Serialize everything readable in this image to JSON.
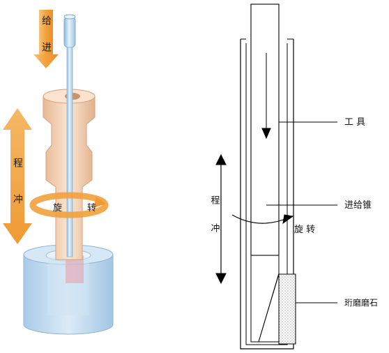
{
  "left_figure": {
    "label_feed_1": "进",
    "label_feed_2": "给",
    "label_stroke_1": "冲",
    "label_stroke_2": "程",
    "label_rotate_1": "旋",
    "label_rotate_2": "转",
    "colors": {
      "arrow": "#f2a844",
      "tool": "#b9d6ec",
      "sleeve": "#f0c9a8",
      "workpiece": "#bcd9ee",
      "stone": "#d84a5a"
    }
  },
  "right_figure": {
    "label_tool": "工  具",
    "label_cone": "进给锥",
    "label_stroke_1": "冲",
    "label_stroke_2": "程",
    "label_rotate": "旋    转",
    "label_stone": "珩磨磨石"
  }
}
